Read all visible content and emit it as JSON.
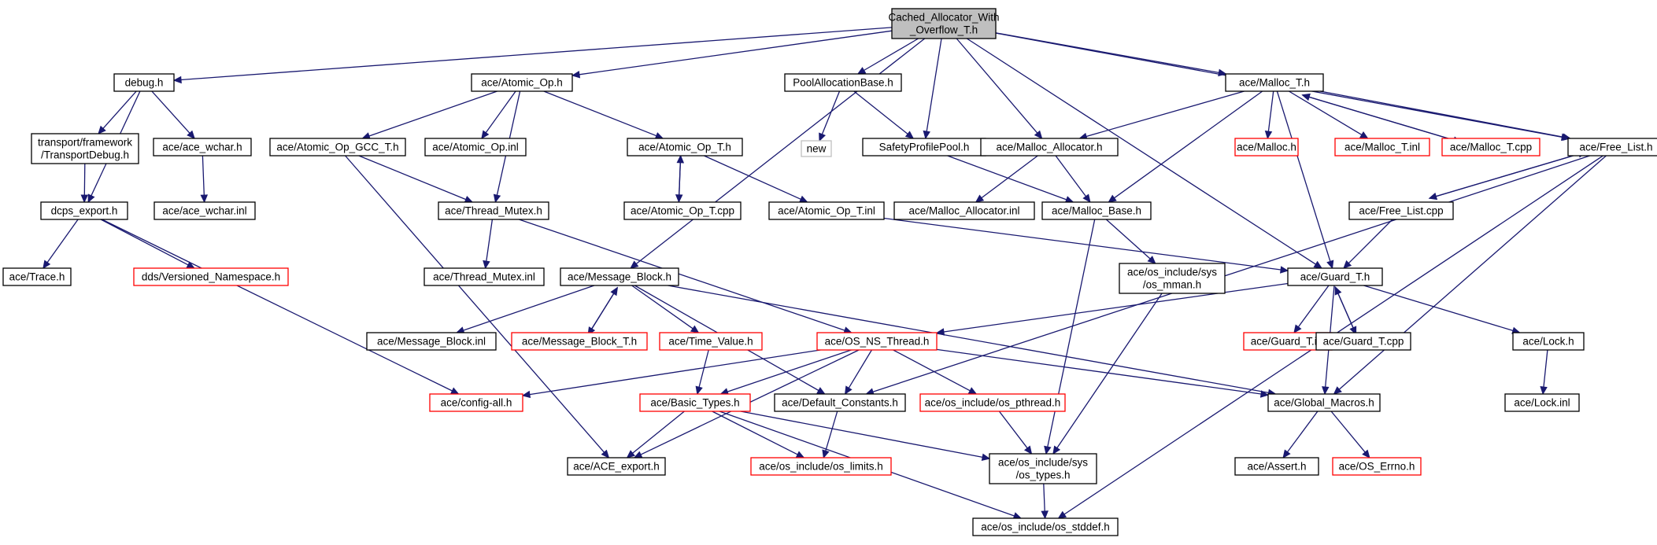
{
  "graph": {
    "nodes": [
      {
        "id": "root",
        "lines": [
          "Cached_Allocator_With",
          "_Overflow_T.h"
        ],
        "style": "root"
      },
      {
        "id": "debug",
        "lines": [
          "debug.h"
        ],
        "style": "normal"
      },
      {
        "id": "atomic_op",
        "lines": [
          "ace/Atomic_Op.h"
        ],
        "style": "normal"
      },
      {
        "id": "pool_alloc",
        "lines": [
          "PoolAllocationBase.h"
        ],
        "style": "normal"
      },
      {
        "id": "malloc_t_h",
        "lines": [
          "ace/Malloc_T.h"
        ],
        "style": "normal"
      },
      {
        "id": "transport_debug",
        "lines": [
          "transport/framework",
          "/TransportDebug.h"
        ],
        "style": "normal"
      },
      {
        "id": "ace_wchar_h",
        "lines": [
          "ace/ace_wchar.h"
        ],
        "style": "normal"
      },
      {
        "id": "atomic_op_gcc",
        "lines": [
          "ace/Atomic_Op_GCC_T.h"
        ],
        "style": "normal"
      },
      {
        "id": "atomic_op_inl",
        "lines": [
          "ace/Atomic_Op.inl"
        ],
        "style": "normal"
      },
      {
        "id": "atomic_op_t_h",
        "lines": [
          "ace/Atomic_Op_T.h"
        ],
        "style": "normal"
      },
      {
        "id": "new",
        "lines": [
          "new"
        ],
        "style": "gray"
      },
      {
        "id": "safety_pool",
        "lines": [
          "SafetyProfilePool.h"
        ],
        "style": "normal"
      },
      {
        "id": "malloc_allocator_h",
        "lines": [
          "ace/Malloc_Allocator.h"
        ],
        "style": "normal"
      },
      {
        "id": "malloc_h",
        "lines": [
          "ace/Malloc.h"
        ],
        "style": "red"
      },
      {
        "id": "malloc_t_inl",
        "lines": [
          "ace/Malloc_T.inl"
        ],
        "style": "red"
      },
      {
        "id": "malloc_t_cpp",
        "lines": [
          "ace/Malloc_T.cpp"
        ],
        "style": "red"
      },
      {
        "id": "free_list_h",
        "lines": [
          "ace/Free_List.h"
        ],
        "style": "normal"
      },
      {
        "id": "dcps_export",
        "lines": [
          "dcps_export.h"
        ],
        "style": "normal"
      },
      {
        "id": "ace_wchar_inl",
        "lines": [
          "ace/ace_wchar.inl"
        ],
        "style": "normal"
      },
      {
        "id": "thread_mutex_h",
        "lines": [
          "ace/Thread_Mutex.h"
        ],
        "style": "normal"
      },
      {
        "id": "atomic_op_t_cpp",
        "lines": [
          "ace/Atomic_Op_T.cpp"
        ],
        "style": "normal"
      },
      {
        "id": "atomic_op_t_inl",
        "lines": [
          "ace/Atomic_Op_T.inl"
        ],
        "style": "normal"
      },
      {
        "id": "malloc_allocator_inl",
        "lines": [
          "ace/Malloc_Allocator.inl"
        ],
        "style": "normal"
      },
      {
        "id": "malloc_base_h",
        "lines": [
          "ace/Malloc_Base.h"
        ],
        "style": "normal"
      },
      {
        "id": "free_list_cpp",
        "lines": [
          "ace/Free_List.cpp"
        ],
        "style": "normal"
      },
      {
        "id": "ace_trace",
        "lines": [
          "ace/Trace.h"
        ],
        "style": "normal"
      },
      {
        "id": "versioned_ns",
        "lines": [
          "dds/Versioned_Namespace.h"
        ],
        "style": "red"
      },
      {
        "id": "thread_mutex_inl",
        "lines": [
          "ace/Thread_Mutex.inl"
        ],
        "style": "normal"
      },
      {
        "id": "message_block_h",
        "lines": [
          "ace/Message_Block.h"
        ],
        "style": "normal"
      },
      {
        "id": "os_mman",
        "lines": [
          "ace/os_include/sys",
          "/os_mman.h"
        ],
        "style": "normal"
      },
      {
        "id": "guard_t_h",
        "lines": [
          "ace/Guard_T.h"
        ],
        "style": "normal"
      },
      {
        "id": "message_block_inl",
        "lines": [
          "ace/Message_Block.inl"
        ],
        "style": "normal"
      },
      {
        "id": "message_block_t_h",
        "lines": [
          "ace/Message_Block_T.h"
        ],
        "style": "red"
      },
      {
        "id": "time_value_h",
        "lines": [
          "ace/Time_Value.h"
        ],
        "style": "red"
      },
      {
        "id": "os_ns_thread",
        "lines": [
          "ace/OS_NS_Thread.h"
        ],
        "style": "red"
      },
      {
        "id": "guard_t_inl",
        "lines": [
          "ace/Guard_T.inl"
        ],
        "style": "red"
      },
      {
        "id": "guard_t_cpp",
        "lines": [
          "ace/Guard_T.cpp"
        ],
        "style": "normal"
      },
      {
        "id": "lock_h",
        "lines": [
          "ace/Lock.h"
        ],
        "style": "normal"
      },
      {
        "id": "config_all",
        "lines": [
          "ace/config-all.h"
        ],
        "style": "red"
      },
      {
        "id": "basic_types",
        "lines": [
          "ace/Basic_Types.h"
        ],
        "style": "red"
      },
      {
        "id": "default_constants",
        "lines": [
          "ace/Default_Constants.h"
        ],
        "style": "normal"
      },
      {
        "id": "os_pthread",
        "lines": [
          "ace/os_include/os_pthread.h"
        ],
        "style": "red"
      },
      {
        "id": "global_macros",
        "lines": [
          "ace/Global_Macros.h"
        ],
        "style": "normal"
      },
      {
        "id": "lock_inl",
        "lines": [
          "ace/Lock.inl"
        ],
        "style": "normal"
      },
      {
        "id": "ace_export",
        "lines": [
          "ace/ACE_export.h"
        ],
        "style": "normal"
      },
      {
        "id": "os_limits",
        "lines": [
          "ace/os_include/os_limits.h"
        ],
        "style": "red"
      },
      {
        "id": "os_types",
        "lines": [
          "ace/os_include/sys",
          "/os_types.h"
        ],
        "style": "normal"
      },
      {
        "id": "assert_h",
        "lines": [
          "ace/Assert.h"
        ],
        "style": "normal"
      },
      {
        "id": "os_errno",
        "lines": [
          "ace/OS_Errno.h"
        ],
        "style": "red"
      },
      {
        "id": "os_stddef",
        "lines": [
          "ace/os_include/os_stddef.h"
        ],
        "style": "normal"
      }
    ],
    "edges": [
      [
        "root",
        "debug"
      ],
      [
        "root",
        "atomic_op"
      ],
      [
        "root",
        "message_block_h"
      ],
      [
        "root",
        "pool_alloc"
      ],
      [
        "root",
        "safety_pool"
      ],
      [
        "root",
        "malloc_allocator_h"
      ],
      [
        "root",
        "malloc_t_h"
      ],
      [
        "root",
        "guard_t_h"
      ],
      [
        "root",
        "free_list_h"
      ],
      [
        "debug",
        "transport_debug"
      ],
      [
        "debug",
        "ace_wchar_h"
      ],
      [
        "debug",
        "dcps_export"
      ],
      [
        "transport_debug",
        "dcps_export"
      ],
      [
        "ace_wchar_h",
        "ace_wchar_inl"
      ],
      [
        "dcps_export",
        "ace_trace"
      ],
      [
        "dcps_export",
        "versioned_ns"
      ],
      [
        "dcps_export",
        "config_all"
      ],
      [
        "atomic_op",
        "atomic_op_gcc"
      ],
      [
        "atomic_op",
        "atomic_op_inl"
      ],
      [
        "atomic_op",
        "atomic_op_t_h"
      ],
      [
        "atomic_op",
        "thread_mutex_h"
      ],
      [
        "atomic_op_gcc",
        "thread_mutex_h"
      ],
      [
        "atomic_op_gcc",
        "ace_export"
      ],
      [
        "atomic_op_t_h",
        "atomic_op_t_cpp"
      ],
      [
        "atomic_op_t_cpp",
        "atomic_op_t_h"
      ],
      [
        "atomic_op_t_h",
        "atomic_op_t_inl"
      ],
      [
        "atomic_op_t_inl",
        "guard_t_h"
      ],
      [
        "thread_mutex_h",
        "thread_mutex_inl"
      ],
      [
        "thread_mutex_h",
        "os_ns_thread"
      ],
      [
        "pool_alloc",
        "new"
      ],
      [
        "pool_alloc",
        "safety_pool"
      ],
      [
        "safety_pool",
        "malloc_base_h"
      ],
      [
        "malloc_allocator_h",
        "malloc_allocator_inl"
      ],
      [
        "malloc_allocator_h",
        "malloc_base_h"
      ],
      [
        "malloc_t_h",
        "malloc_allocator_h"
      ],
      [
        "malloc_t_h",
        "malloc_base_h"
      ],
      [
        "malloc_t_h",
        "malloc_h"
      ],
      [
        "malloc_t_h",
        "malloc_t_inl"
      ],
      [
        "malloc_t_h",
        "malloc_t_cpp"
      ],
      [
        "malloc_t_cpp",
        "malloc_t_h"
      ],
      [
        "malloc_t_h",
        "guard_t_h"
      ],
      [
        "malloc_t_h",
        "free_list_h"
      ],
      [
        "free_list_h",
        "free_list_cpp"
      ],
      [
        "free_list_cpp",
        "free_list_h"
      ],
      [
        "free_list_h",
        "default_constants"
      ],
      [
        "free_list_h",
        "global_macros"
      ],
      [
        "free_list_h",
        "os_stddef"
      ],
      [
        "free_list_cpp",
        "guard_t_h"
      ],
      [
        "malloc_base_h",
        "os_mman"
      ],
      [
        "malloc_base_h",
        "os_types"
      ],
      [
        "os_mman",
        "os_types"
      ],
      [
        "guard_t_h",
        "os_ns_thread"
      ],
      [
        "guard_t_h",
        "guard_t_inl"
      ],
      [
        "guard_t_h",
        "guard_t_cpp"
      ],
      [
        "guard_t_cpp",
        "guard_t_h"
      ],
      [
        "guard_t_h",
        "lock_h"
      ],
      [
        "guard_t_h",
        "global_macros"
      ],
      [
        "lock_h",
        "lock_inl"
      ],
      [
        "message_block_h",
        "message_block_inl"
      ],
      [
        "message_block_h",
        "message_block_t_h"
      ],
      [
        "message_block_t_h",
        "message_block_h"
      ],
      [
        "message_block_h",
        "time_value_h"
      ],
      [
        "message_block_h",
        "default_constants"
      ],
      [
        "message_block_h",
        "global_macros"
      ],
      [
        "time_value_h",
        "basic_types"
      ],
      [
        "os_ns_thread",
        "config_all"
      ],
      [
        "os_ns_thread",
        "basic_types"
      ],
      [
        "os_ns_thread",
        "default_constants"
      ],
      [
        "os_ns_thread",
        "os_pthread"
      ],
      [
        "os_ns_thread",
        "global_macros"
      ],
      [
        "os_ns_thread",
        "ace_export"
      ],
      [
        "basic_types",
        "ace_export"
      ],
      [
        "basic_types",
        "os_limits"
      ],
      [
        "basic_types",
        "os_types"
      ],
      [
        "basic_types",
        "os_stddef"
      ],
      [
        "default_constants",
        "os_limits"
      ],
      [
        "os_pthread",
        "os_types"
      ],
      [
        "global_macros",
        "assert_h"
      ],
      [
        "global_macros",
        "os_errno"
      ],
      [
        "os_types",
        "os_stddef"
      ]
    ]
  }
}
